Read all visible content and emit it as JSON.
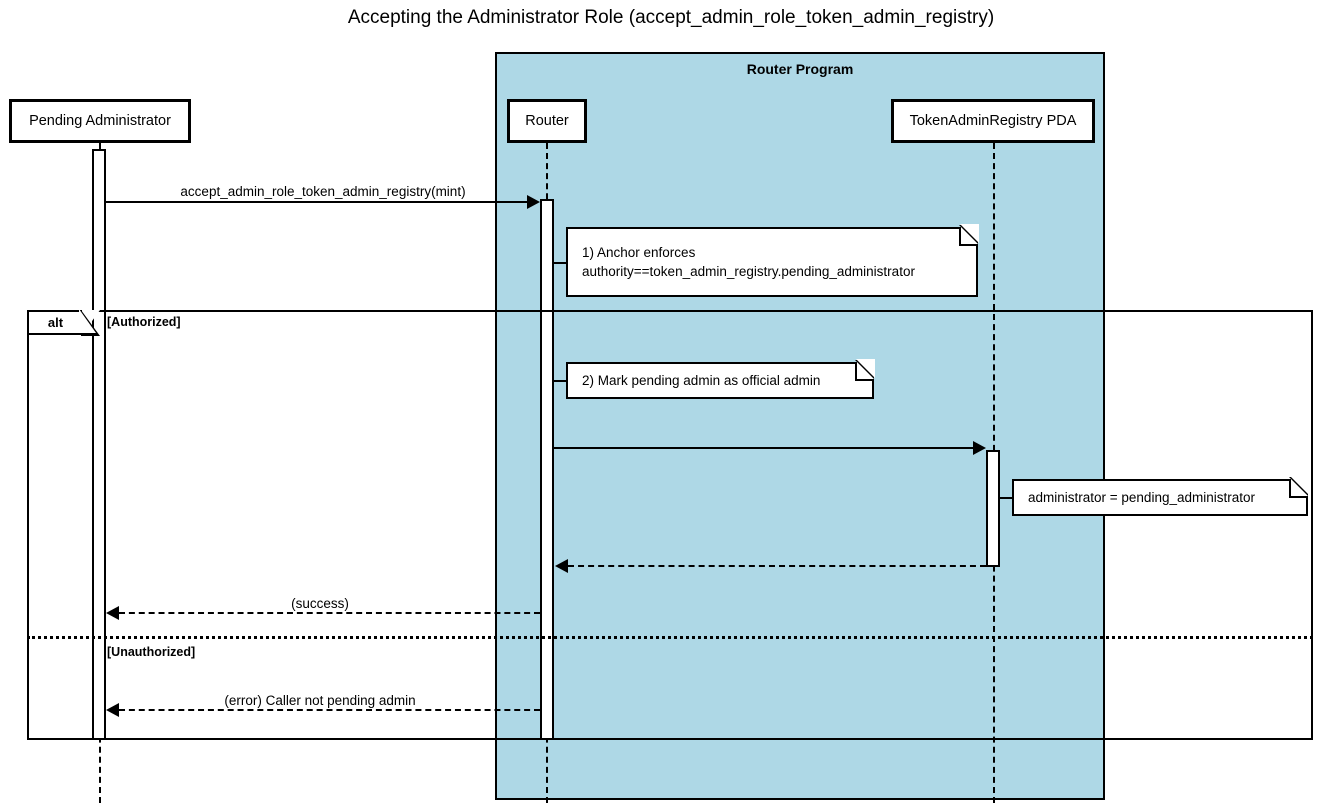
{
  "diagram": {
    "title": "Accepting the Administrator Role (accept_admin_role_token_admin_registry)",
    "type": "sequence-diagram",
    "colors": {
      "group_fill": "#aed8e6",
      "stroke": "#000000",
      "note_fill": "#ffffff",
      "participant_fill": "#ffffff"
    }
  },
  "group": {
    "label": "Router Program"
  },
  "participants": [
    {
      "id": "pending-administrator",
      "label": "Pending Administrator"
    },
    {
      "id": "router",
      "label": "Router"
    },
    {
      "id": "token-admin-registry-pda",
      "label": "TokenAdminRegistry PDA"
    }
  ],
  "messages": [
    {
      "id": "msg-accept-admin-role",
      "label": "accept_admin_role_token_admin_registry(mint)",
      "from": "pending-administrator",
      "to": "router",
      "style": "solid",
      "direction": "right"
    },
    {
      "id": "msg-mark-admin-call",
      "label": "",
      "from": "router",
      "to": "token-admin-registry-pda",
      "style": "solid",
      "direction": "right"
    },
    {
      "id": "msg-registry-return",
      "label": "",
      "from": "token-admin-registry-pda",
      "to": "router",
      "style": "dashed",
      "direction": "left"
    },
    {
      "id": "msg-success",
      "label": "(success)",
      "from": "router",
      "to": "pending-administrator",
      "style": "dashed",
      "direction": "left"
    },
    {
      "id": "msg-error",
      "label": "(error) Caller not pending admin",
      "from": "router",
      "to": "pending-administrator",
      "style": "dashed",
      "direction": "left"
    }
  ],
  "notes": [
    {
      "id": "note-anchor-enforces",
      "text": "1) Anchor enforces\nauthority==token_admin_registry.pending_administrator",
      "anchor": "router"
    },
    {
      "id": "note-mark-pending-admin",
      "text": "2) Mark pending admin as official admin",
      "anchor": "router"
    },
    {
      "id": "note-administrator-assign",
      "text": "administrator = pending_administrator",
      "anchor": "token-admin-registry-pda"
    }
  ],
  "fragment": {
    "operator": "alt",
    "guards": [
      {
        "id": "guard-authorized",
        "label": "[Authorized]"
      },
      {
        "id": "guard-unauthorized",
        "label": "[Unauthorized]"
      }
    ]
  }
}
